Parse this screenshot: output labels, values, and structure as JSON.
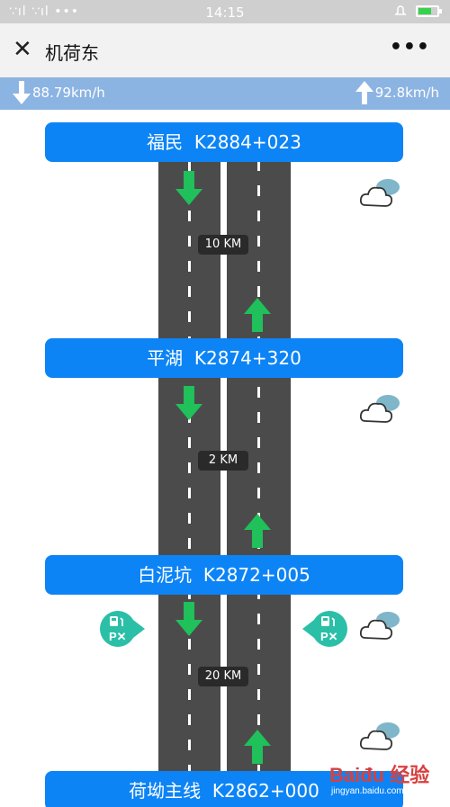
{
  "statusbar": {
    "signals": "∵ıl ∵ıl •••",
    "time": "14:15"
  },
  "navbar": {
    "close": "✕",
    "title": "机荷东",
    "more": "•••"
  },
  "speeds": {
    "down": "88.79km/h",
    "up": "92.8km/h"
  },
  "stations": [
    {
      "label": "福民  K2884+023"
    },
    {
      "label": "平湖  K2874+320"
    },
    {
      "label": "白泥坑  K2872+005"
    },
    {
      "label": "荷坳主线  K2862+000"
    }
  ],
  "distances": [
    "10 KM",
    "2 KM",
    "20 KM"
  ],
  "services": {
    "gas_label": "P✕"
  },
  "watermark": {
    "brand": "Baiđu 经验",
    "url": "jingyan.baidu.com"
  },
  "colors": {
    "station": "#0d84f6",
    "speedbar": "#8cb4e2",
    "arrow": "#20c05a",
    "gas": "#2bbfa8",
    "road": "#4b4b4b"
  },
  "icons": [
    "close-icon",
    "more-icon",
    "down-arrow-icon",
    "up-arrow-icon",
    "cloud-icon",
    "gas-station-icon"
  ]
}
